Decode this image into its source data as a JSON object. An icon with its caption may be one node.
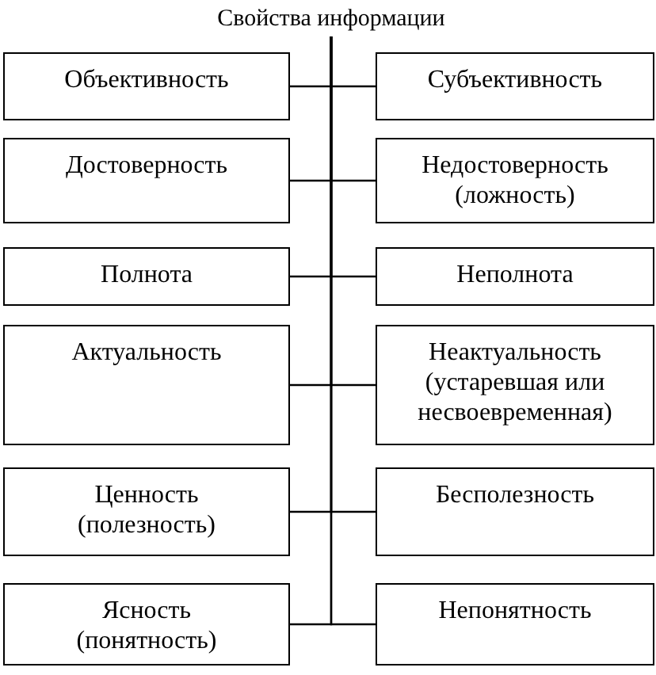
{
  "diagram": {
    "nodes": [
      {
        "text": [
          "Свойства информации"
        ]
      },
      {
        "text": [
          "Объективность"
        ]
      },
      {
        "text": [
          "Субъективность"
        ]
      },
      {
        "text": [
          "Достоверность"
        ]
      },
      {
        "text": [
          "Недостоверность (ложность)"
        ]
      },
      {
        "text": [
          "Полнота"
        ]
      },
      {
        "text": [
          "Неполнота"
        ]
      },
      {
        "text": [
          "Актуальность"
        ]
      },
      {
        "text": [
          "Неактуальность (устаревшая или несвоевременная)"
        ]
      },
      {
        "text": [
          "Ценность (полезность)"
        ]
      },
      {
        "text": [
          "Бесполезность"
        ]
      },
      {
        "text": [
          "Ясность (понятность)"
        ]
      },
      {
        "text": [
          "Непонятность"
        ]
      }
    ],
    "edges": [
      {
        "from": 0,
        "to": 1,
        "arrow": "none"
      },
      {
        "from": 0,
        "to": 2,
        "arrow": "none"
      },
      {
        "from": 0,
        "to": 3,
        "arrow": "none"
      },
      {
        "from": 0,
        "to": 4,
        "arrow": "none"
      },
      {
        "from": 0,
        "to": 5,
        "arrow": "none"
      },
      {
        "from": 0,
        "to": 6,
        "arrow": "none"
      },
      {
        "from": 0,
        "to": 7,
        "arrow": "none"
      },
      {
        "from": 0,
        "to": 8,
        "arrow": "none"
      },
      {
        "from": 0,
        "to": 9,
        "arrow": "none"
      },
      {
        "from": 0,
        "to": 10,
        "arrow": "none"
      },
      {
        "from": 0,
        "to": 11,
        "arrow": "none"
      },
      {
        "from": 0,
        "to": 12,
        "arrow": "none"
      }
    ]
  }
}
